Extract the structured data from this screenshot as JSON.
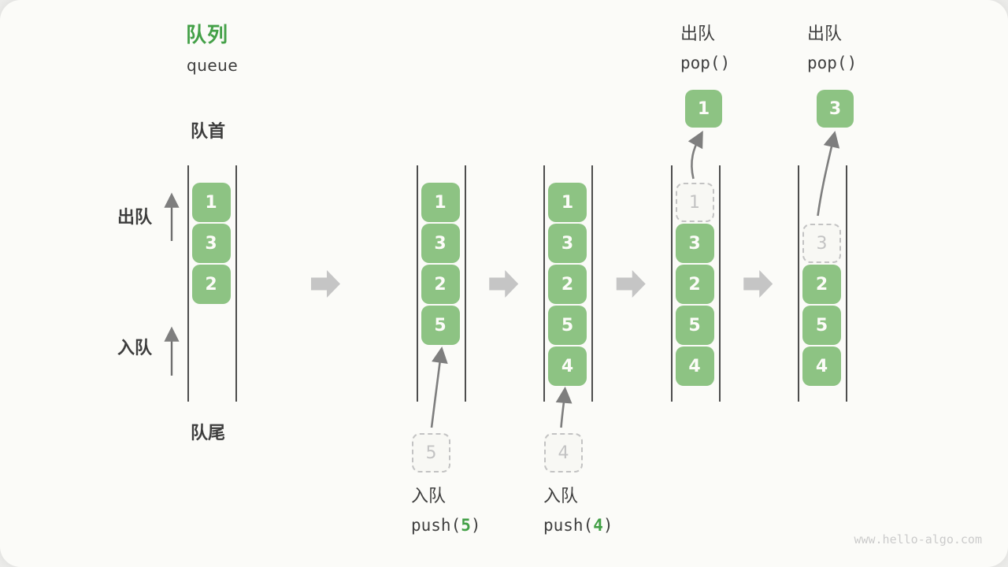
{
  "title": {
    "zh": "队列",
    "en": "queue"
  },
  "side_labels": {
    "front": "队首",
    "rear": "队尾",
    "dequeue": "出队",
    "enqueue": "入队"
  },
  "queues": [
    {
      "boxes": [
        {
          "value": "1",
          "slot": 1,
          "dashed": false
        },
        {
          "value": "3",
          "slot": 2,
          "dashed": false
        },
        {
          "value": "2",
          "slot": 3,
          "dashed": false
        }
      ]
    },
    {
      "boxes": [
        {
          "value": "1",
          "slot": 1,
          "dashed": false
        },
        {
          "value": "3",
          "slot": 2,
          "dashed": false
        },
        {
          "value": "2",
          "slot": 3,
          "dashed": false
        },
        {
          "value": "5",
          "slot": 4,
          "dashed": false
        }
      ]
    },
    {
      "boxes": [
        {
          "value": "1",
          "slot": 1,
          "dashed": false
        },
        {
          "value": "3",
          "slot": 2,
          "dashed": false
        },
        {
          "value": "2",
          "slot": 3,
          "dashed": false
        },
        {
          "value": "5",
          "slot": 4,
          "dashed": false
        },
        {
          "value": "4",
          "slot": 5,
          "dashed": false
        }
      ]
    },
    {
      "boxes": [
        {
          "value": "1",
          "slot": 1,
          "dashed": true
        },
        {
          "value": "3",
          "slot": 2,
          "dashed": false
        },
        {
          "value": "2",
          "slot": 3,
          "dashed": false
        },
        {
          "value": "5",
          "slot": 4,
          "dashed": false
        },
        {
          "value": "4",
          "slot": 5,
          "dashed": false
        }
      ]
    },
    {
      "boxes": [
        {
          "value": "3",
          "slot": 2,
          "dashed": true
        },
        {
          "value": "2",
          "slot": 3,
          "dashed": false
        },
        {
          "value": "5",
          "slot": 4,
          "dashed": false
        },
        {
          "value": "4",
          "slot": 5,
          "dashed": false
        }
      ]
    }
  ],
  "operations": {
    "push5": {
      "label": "入队",
      "code_pre": "push(",
      "arg": "5",
      "code_post": ")",
      "staged_value": "5"
    },
    "push4": {
      "label": "入队",
      "code_pre": "push(",
      "arg": "4",
      "code_post": ")",
      "staged_value": "4"
    },
    "pop1": {
      "label": "出队",
      "code": "pop()",
      "popped_value": "1"
    },
    "pop2": {
      "label": "出队",
      "code": "pop()",
      "popped_value": "3"
    }
  },
  "watermark": "www.hello-algo.com",
  "colors": {
    "accent_green": "#43a047",
    "box_green": "#8dc383",
    "block_arrow_gray": "#c5c5c5",
    "thin_arrow_gray": "#7e7e7e",
    "dashed_gray": "#c3c3c3"
  }
}
